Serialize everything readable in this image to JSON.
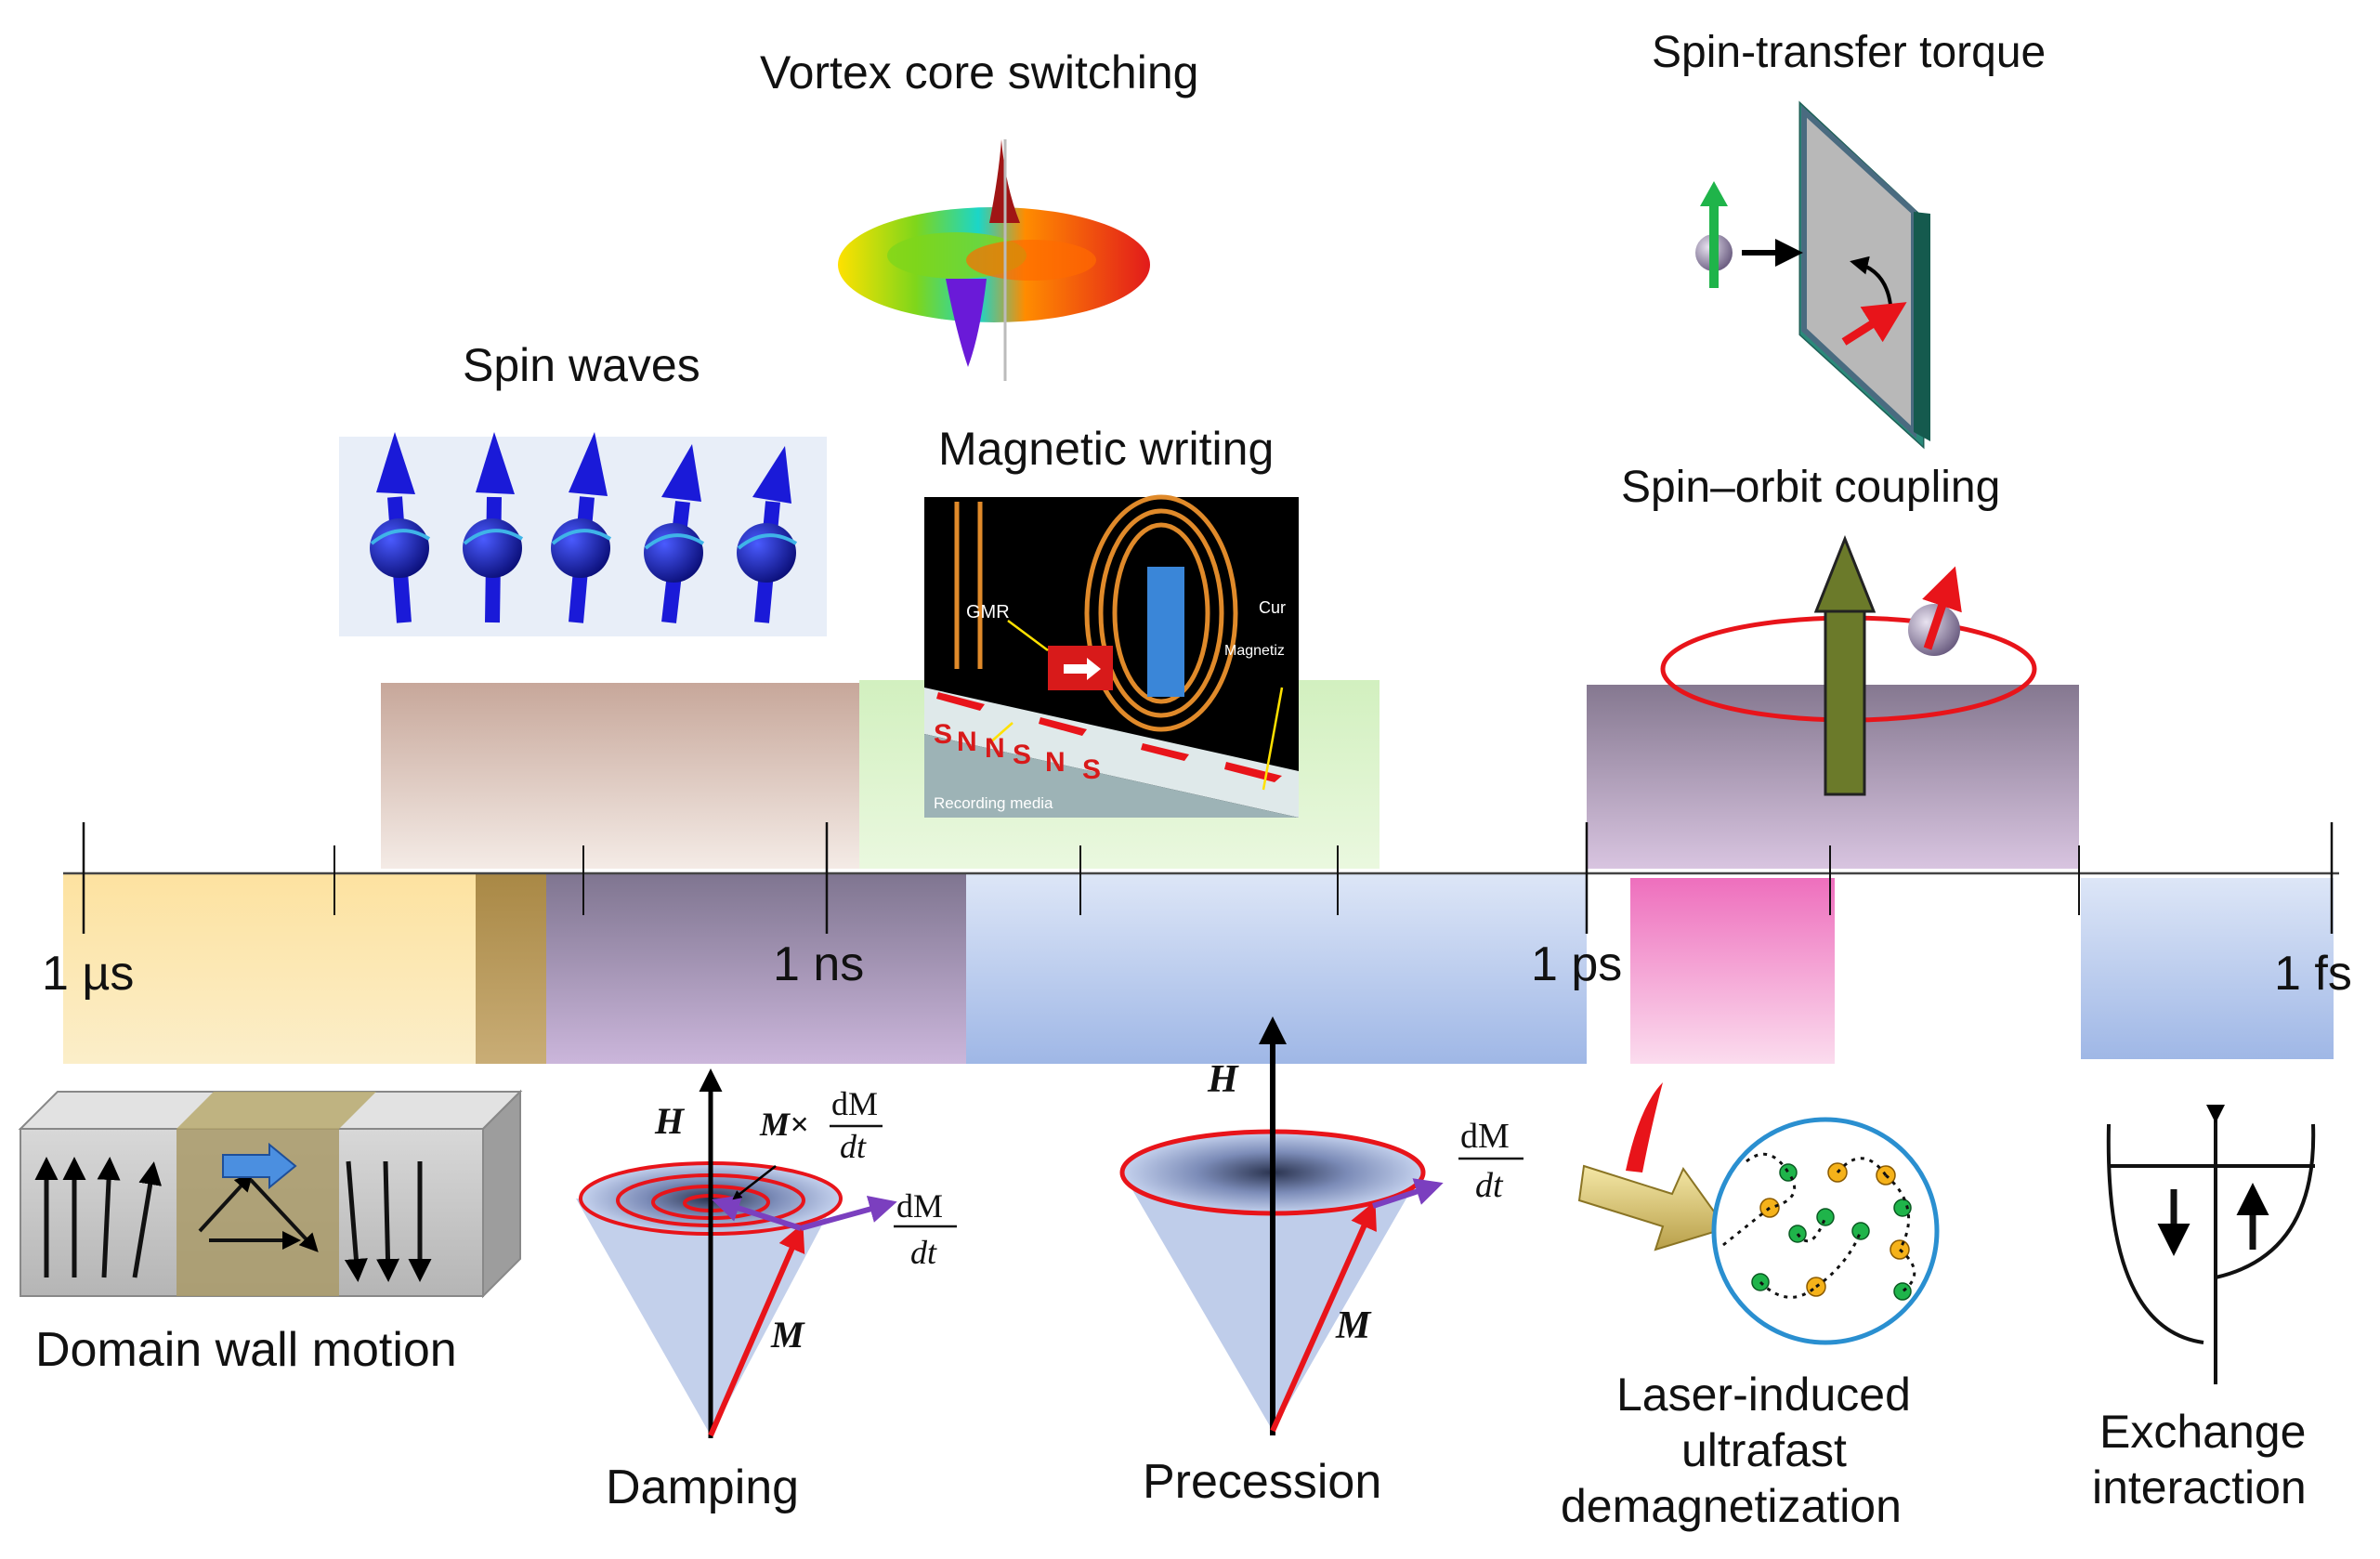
{
  "scale": {
    "ticks": [
      {
        "label": "1 µs"
      },
      {
        "label": "1 ns"
      },
      {
        "label": "1 ps"
      },
      {
        "label": "1 fs"
      }
    ]
  },
  "phenomena": {
    "domain_wall_motion": "Domain wall motion",
    "damping": "Damping",
    "precession": "Precession",
    "laser_line1": "Laser-induced",
    "laser_line2": "ultrafast",
    "laser_line3": "demagnetization",
    "exchange_line1": "Exchange",
    "exchange_line2": "interaction",
    "spin_waves": "Spin waves",
    "vortex": "Vortex core switching",
    "magnetic_writing": "Magnetic writing",
    "stt": "Spin-transfer torque",
    "soc": "Spin–orbit coupling"
  },
  "math": {
    "H": "H",
    "M": "M",
    "dM": "dM",
    "dt": "dt",
    "MxdM": "M×"
  },
  "writing_inset": {
    "gmr": "GMR",
    "cur": "Cur",
    "magnetiz": "Magnetiz",
    "recording_media": "Recording media",
    "pole_letters": [
      "S",
      "N",
      "N",
      "S",
      "N",
      "S"
    ]
  },
  "colors": {
    "red": "#e8141a",
    "blue": "#1a1ad8",
    "purple": "#7b3fbf",
    "olive": "#6b7a2a",
    "yellow_band": "#fbe3a0",
    "tan_band": "#b9985a",
    "purple_band": "#a898bd",
    "blue_band": "#c3d2ee",
    "pink_band": "#f07ac0"
  }
}
